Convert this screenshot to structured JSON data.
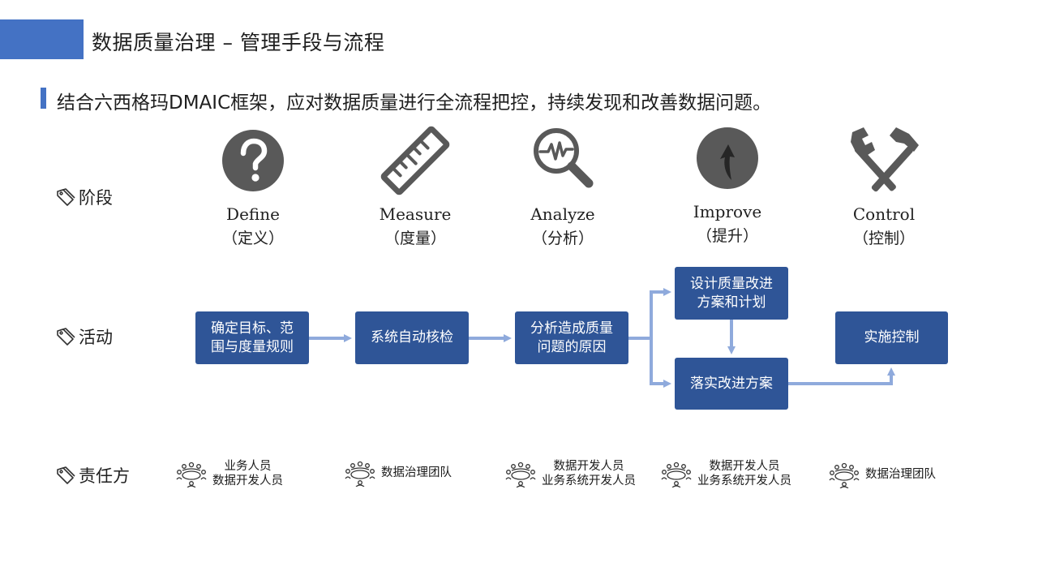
{
  "header": {
    "title": "数据质量治理 – 管理手段与流程",
    "subtitle": "结合六西格玛DMAIC框架，应对数据质量进行全流程把控，持续发现和改善数据问题。"
  },
  "rows": {
    "stage": "阶段",
    "activity": "活动",
    "owner": "责任方"
  },
  "phases": [
    {
      "en": "Define",
      "zh": "（定义）",
      "icon": "question-icon"
    },
    {
      "en": "Measure",
      "zh": "（度量）",
      "icon": "ruler-icon"
    },
    {
      "en": "Analyze",
      "zh": "（分析）",
      "icon": "magnifier-pulse-icon"
    },
    {
      "en": "Improve",
      "zh": "（提升）",
      "icon": "up-arrow-circle-icon"
    },
    {
      "en": "Control",
      "zh": "（控制）",
      "icon": "hammer-wrench-icon"
    }
  ],
  "activities": {
    "define": [
      "确定目标、范",
      "围与度量规则"
    ],
    "measure": [
      "系统自动核检"
    ],
    "analyze": [
      "分析造成质量",
      "问题的原因"
    ],
    "improve_plan": [
      "设计质量改进",
      "方案和计划"
    ],
    "improve_do": [
      "落实改进方案"
    ],
    "control": [
      "实施控制"
    ]
  },
  "owners": [
    {
      "lines": [
        "业务人员",
        "数据开发人员"
      ]
    },
    {
      "lines": [
        "数据治理团队"
      ]
    },
    {
      "lines": [
        "数据开发人员",
        "业务系统开发人员"
      ]
    },
    {
      "lines": [
        "数据开发人员",
        "业务系统开发人员"
      ]
    },
    {
      "lines": [
        "数据治理团队"
      ]
    }
  ],
  "colors": {
    "accent": "#4472c4",
    "box": "#2f5597",
    "arrow": "#8faadc",
    "icon": "#595959"
  }
}
